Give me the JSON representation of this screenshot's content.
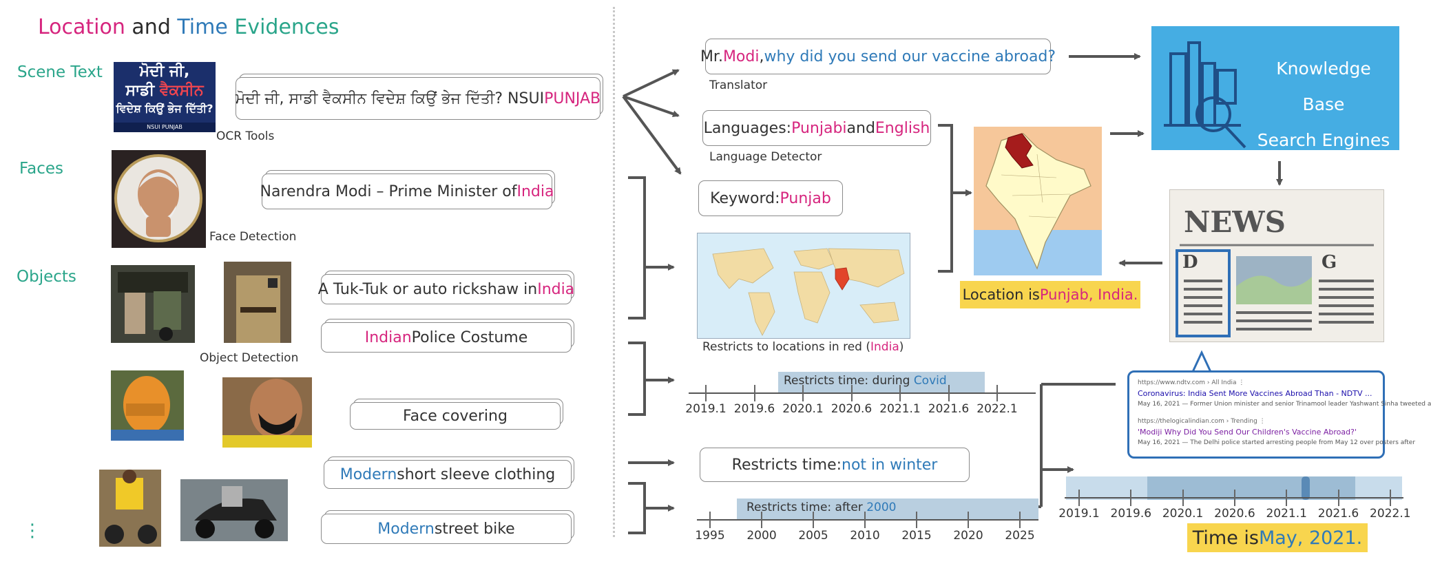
{
  "title": {
    "part1": "Location",
    "part2": " and ",
    "part3": "Time",
    "part4": " Evidences"
  },
  "categories": {
    "scene_text": "Scene Text",
    "faces": "Faces",
    "objects": "Objects",
    "more": "⋮"
  },
  "tools": {
    "ocr": "OCR Tools",
    "face": "Face Detection",
    "object": "Object Detection"
  },
  "evidence": {
    "ocr_text": "ਮੋਦੀ ਜੀ, ਸਾਡੀ ਵੈਕਸੀਨ ਵਿਦੇਸ਼ ਕਿਉਂ ਭੇਜ ਦਿੱਤੀ? NSUI ",
    "ocr_text_hl": "PUNJAB",
    "face_text": "Narendra Modi – Prime Minister of ",
    "face_text_hl": "India",
    "obj1_text": "A Tuk-Tuk or auto rickshaw in ",
    "obj1_hl": "India",
    "obj2_hl": "Indian",
    "obj2_text": " Police Costume",
    "obj3_text": "Face covering",
    "obj4_hl": "Modern",
    "obj4_text": " short sleeve clothing",
    "obj5_hl": "Modern",
    "obj5_text": " street bike"
  },
  "poster": {
    "line1": "ਮੋਦੀ ਜੀ,",
    "line2a": "ਸਾਡੀ ",
    "line2b": "ਵੈਕਸੀਨ",
    "line3": "ਵਿਦੇਸ਼ ਕਿਉਂ ਭੇਜ ਦਿੱਤੀ?",
    "footer": "NSUI PUNJAB"
  },
  "translation": {
    "p1": "Mr. ",
    "p2": "Modi",
    "p3": ", ",
    "p4": "why did you send our vaccine abroad?",
    "tool": "Translator"
  },
  "languages": {
    "p1": "Languages: ",
    "p2": "Punjabi",
    "p3": " and ",
    "p4": "English",
    "tool": "Language Detector"
  },
  "keyword": {
    "p1": "Keyword: ",
    "p2": "Punjab"
  },
  "world_caption": {
    "p1": "Restricts to locations in red (",
    "p2": "India",
    "p3": ")"
  },
  "location_result": {
    "p1": "Location is ",
    "p2": "Punjab, India."
  },
  "knowledge_base": {
    "line1": "Knowledge Base",
    "line2": "Search Engines"
  },
  "news": {
    "masthead": "NEWS",
    "col1_letter": "D",
    "col2_letter": "G"
  },
  "search_results": [
    {
      "url": "https://www.ndtv.com › All India   ⋮",
      "title": "Coronavirus: India Sent More Vaccines Abroad Than - NDTV ...",
      "snippet": "May 16, 2021 — Former Union minister and senior Trinamool leader Yashwant Sinha tweeted a"
    },
    {
      "url": "https://thelogicalindian.com › Trending   ⋮",
      "title": "'Modiji Why Did You Send Our Children's Vaccine Abroad?'",
      "snippet": "May 16, 2021 — The Delhi police started arresting people from May 12 over posters after"
    }
  ],
  "timeline_covid": {
    "label_p1": "Restricts time: during ",
    "label_p2": "Covid",
    "ticks": [
      "2019.1",
      "2019.6",
      "2020.1",
      "2020.6",
      "2021.1",
      "2021.6",
      "2022.1"
    ]
  },
  "winter": {
    "p1": "Restricts time: ",
    "p2": "not in winter"
  },
  "timeline_2000": {
    "label_p1": "Restricts time: after ",
    "label_p2": "2000",
    "ticks": [
      "1995",
      "2000",
      "2005",
      "2010",
      "2015",
      "2020",
      "2025"
    ]
  },
  "timeline_final": {
    "ticks": [
      "2019.1",
      "2019.6",
      "2020.1",
      "2020.6",
      "2021.1",
      "2021.6",
      "2022.1"
    ]
  },
  "time_result": {
    "p1": "Time is ",
    "p2": "May, 2021."
  },
  "colors": {
    "pink": "#d6257e",
    "blue": "#2f7ab8",
    "teal": "#2aa58a",
    "highlight": "#f8d54e",
    "kb": "#45ade3"
  }
}
